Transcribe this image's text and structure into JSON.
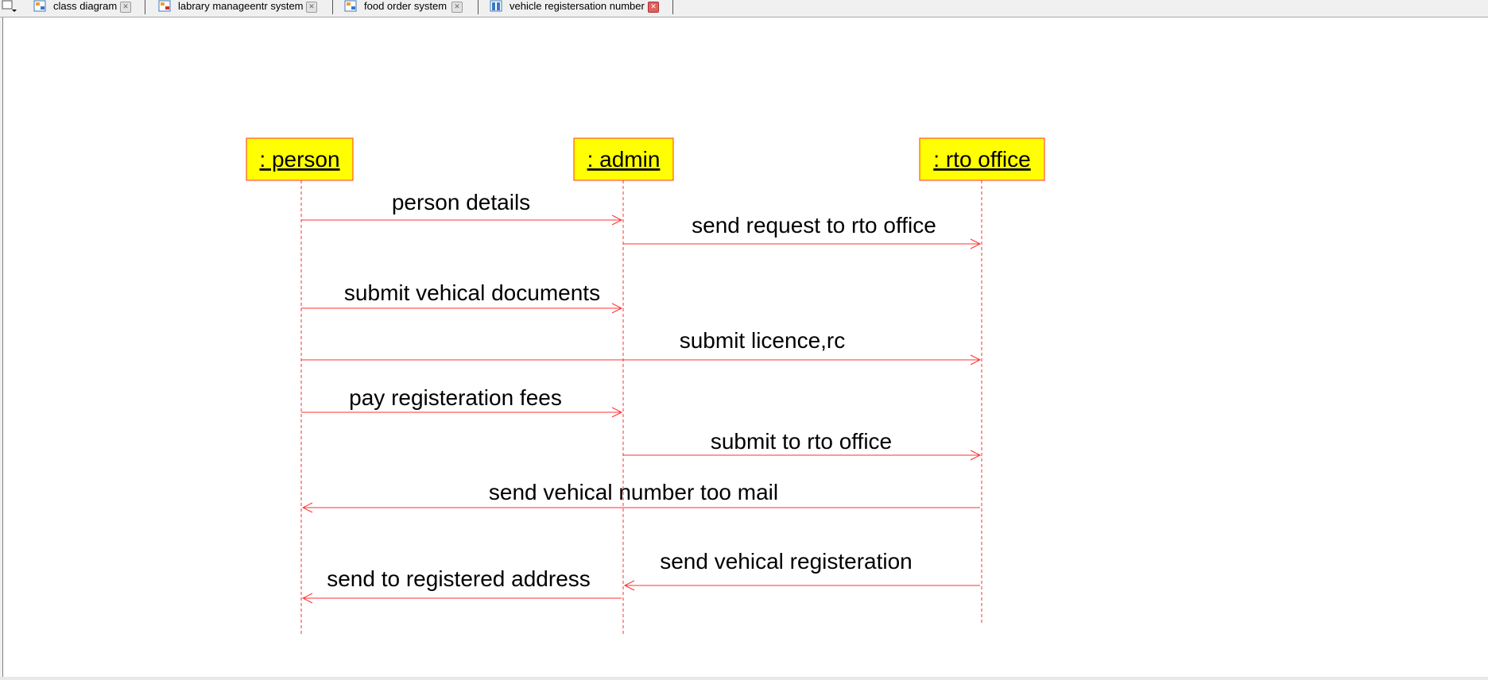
{
  "tabs": [
    {
      "label": "class diagram",
      "active": false
    },
    {
      "label": "labrary manageentr system",
      "active": false
    },
    {
      "label": "food order system",
      "active": false
    },
    {
      "label": "vehicle registersation number",
      "active": true
    }
  ],
  "icons": {
    "menu": "dropdown-menu-icon",
    "tab": "diagram-icon",
    "close": "close-icon"
  },
  "colors": {
    "lifeline_box_fill": "#ffff00",
    "line": "#ff3030",
    "text": "#000000"
  },
  "diagram": {
    "lifelines": [
      {
        "id": "person",
        "label": " : person"
      },
      {
        "id": "admin",
        "label": " : admin"
      },
      {
        "id": "rto",
        "label": " : rto office"
      }
    ],
    "messages": [
      {
        "from": "person",
        "to": "admin",
        "label": "person details"
      },
      {
        "from": "admin",
        "to": "rto",
        "label": "send request to rto office"
      },
      {
        "from": "person",
        "to": "admin",
        "label": "submit vehical documents"
      },
      {
        "from": "person",
        "to": "rto",
        "label": "submit licence,rc"
      },
      {
        "from": "person",
        "to": "admin",
        "label": "pay registeration fees"
      },
      {
        "from": "admin",
        "to": "rto",
        "label": "submit to rto office"
      },
      {
        "from": "rto",
        "to": "person",
        "label": "send vehical number too mail"
      },
      {
        "from": "rto",
        "to": "admin",
        "label": "send vehical registeration"
      },
      {
        "from": "admin",
        "to": "person",
        "label": "send to registered address"
      }
    ]
  }
}
